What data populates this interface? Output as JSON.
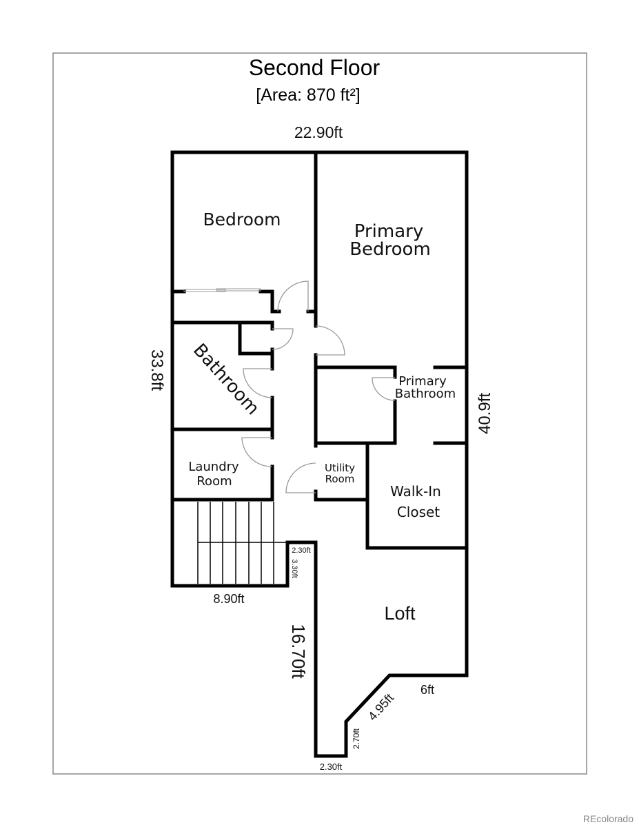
{
  "title": "Second Floor",
  "area": "[Area: 870 ft²]",
  "rooms": {
    "bedroom": "Bedroom",
    "primary_bedroom": [
      "Primary",
      "Bedroom"
    ],
    "bathroom": "Bathroom",
    "primary_bathroom": [
      "Primary",
      "Bathroom"
    ],
    "laundry": [
      "Laundry",
      "Room"
    ],
    "utility": [
      "Utility",
      "Room"
    ],
    "walkin": [
      "Walk-In",
      "Closet"
    ],
    "loft": "Loft"
  },
  "dimensions": {
    "top_width": "22.90ft",
    "left_height": "33.8ft",
    "right_height": "40.9ft",
    "stair_width": "8.90ft",
    "notch_width": "2.30ft",
    "notch_height": "3.30ft",
    "loft_left": "16.70ft",
    "loft_bottom_right": "6ft",
    "loft_diagonal": "4.95ft",
    "loft_jog": "2.70ft",
    "loft_bottom": "2.30ft"
  },
  "watermark": "REcolorado"
}
